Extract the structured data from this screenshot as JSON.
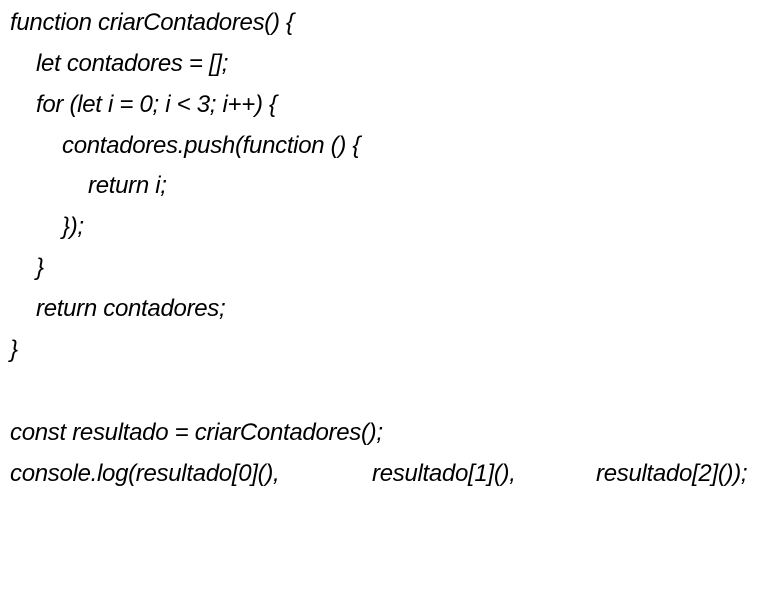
{
  "code": {
    "lines": [
      "function criarContadores() {",
      "let contadores = [];",
      "for (let i = 0; i < 3; i++) {",
      "contadores.push(function () {",
      "return i;",
      "});",
      "}",
      "return contadores;",
      "}",
      "",
      "const resultado = criarContadores();"
    ],
    "last_line": {
      "part1": "console.log(resultado[0](),",
      "part2": "resultado[1](),",
      "part3": "resultado[2]());"
    }
  }
}
